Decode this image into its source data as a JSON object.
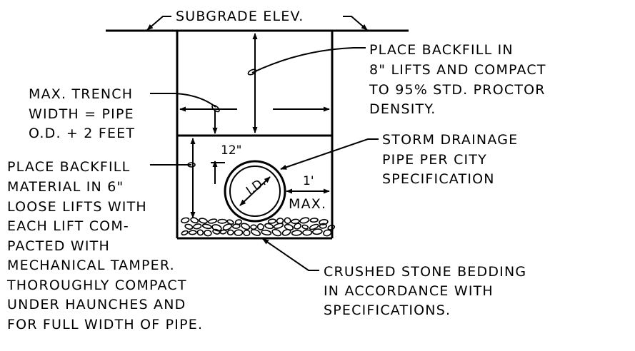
{
  "labels": {
    "subgrade": "SUBGRADE ELEV.",
    "backfill_upper": [
      "PLACE BACKFILL IN",
      "8\" LIFTS AND COMPACT",
      "TO 95% STD. PROCTOR",
      "DENSITY."
    ],
    "trench_width": [
      "MAX. TRENCH",
      "WIDTH = PIPE",
      "O.D. + 2 FEET"
    ],
    "storm_pipe": [
      "STORM DRAINAGE",
      "PIPE PER CITY",
      "SPECIFICATION"
    ],
    "backfill_lower": [
      "PLACE BACKFILL",
      "MATERIAL IN 6\"",
      "LOOSE LIFTS WITH",
      "EACH LIFT COM-",
      "PACTED WITH",
      "MECHANICAL TAMPER.",
      "THOROUGHLY COMPACT",
      "UNDER HAUNCHES AND",
      "FOR FULL WIDTH OF PIPE."
    ],
    "bedding": [
      "CRUSHED STONE BEDDING",
      "IN ACCORDANCE WITH",
      "SPECIFICATIONS."
    ]
  },
  "dimensions": {
    "cover": "12\"",
    "pipe_id": "I.D.",
    "clearance": "1'",
    "clearance_note": "MAX."
  },
  "colors": {
    "line": "#000000",
    "background": "#ffffff"
  }
}
